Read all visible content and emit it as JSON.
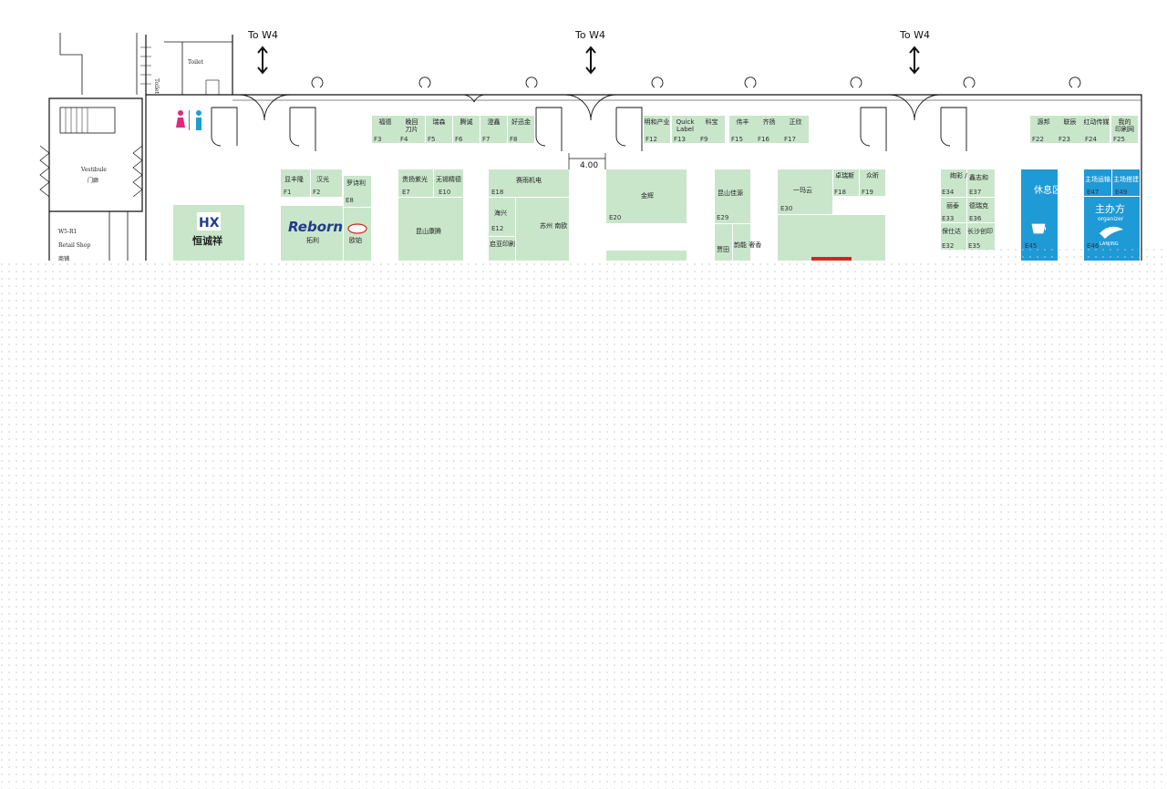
{
  "exits": [
    {
      "label": "To W4"
    },
    {
      "label": "To W4"
    },
    {
      "label": "To W4"
    }
  ],
  "rooms": {
    "toilet_a": "Toilet",
    "toilet_b": "Toilet",
    "vestibule_en": "Vestibule",
    "vestibule_zh": "门廊",
    "shop_code": "W5-R1",
    "shop_en": "Retail Shop",
    "shop_zh": "商铺"
  },
  "dimension": "4.00",
  "colors": {
    "booth": "#c9e6cb",
    "accent_blue": "#1e9ad6",
    "wc_female": "#e0287d",
    "wc_male": "#1f9bd7",
    "brand_blue": "#1f3d8a",
    "red": "#d6251f",
    "grid_dot": "#c8c8c8"
  },
  "booths_top": [
    {
      "name": "福德",
      "id": "F3"
    },
    {
      "name": "晚回 刀片",
      "id": "F4"
    },
    {
      "name": "瑞森",
      "id": "F5"
    },
    {
      "name": "腾诚",
      "id": "F6"
    },
    {
      "name": "澄鑫",
      "id": "F7"
    },
    {
      "name": "好迅金",
      "id": "F8"
    },
    {
      "name": "明和产业",
      "id": "F12"
    },
    {
      "name": "Quick Label",
      "id": "F13"
    },
    {
      "name": "科宝",
      "id": "F9"
    },
    {
      "name": "伟丰",
      "id": "F15"
    },
    {
      "name": "齐扬",
      "id": "F16"
    },
    {
      "name": "正欣",
      "id": "F17"
    },
    {
      "name": "源邦",
      "id": "F22"
    },
    {
      "name": "联辰",
      "id": "F23"
    },
    {
      "name": "红动传媒",
      "id": "F24"
    },
    {
      "name": "我的 印刷网",
      "id": "F25"
    }
  ],
  "booths": {
    "f1": {
      "name": "显丰隆",
      "id": "F1"
    },
    "f2": {
      "name": "汉光",
      "id": "F2"
    },
    "e8": {
      "name": "罗诗利",
      "id": "E8"
    },
    "e7": {
      "name": "贵扬紫光",
      "id": "E7"
    },
    "e10": {
      "name": "无锡精德",
      "id": "E10"
    },
    "e18": {
      "name": "赛雨机电",
      "id": "E18"
    },
    "e20": {
      "name": "金辉",
      "id": "E20"
    },
    "e29": {
      "name": "昆山佳源",
      "id": "E29"
    },
    "e30": {
      "name": "一玛云",
      "id": "E30"
    },
    "f18": {
      "name": "卓瑞斯",
      "id": "F18"
    },
    "f19": {
      "name": "众昕",
      "id": "F19"
    },
    "e34": {
      "name": "绚彩 /华禾",
      "id": "E34"
    },
    "e37": {
      "name": "鑫志和",
      "id": "E37"
    },
    "e33": {
      "name": "丽泰",
      "id": "E33"
    },
    "e36": {
      "name": "德瑞克",
      "id": "E36"
    },
    "e32": {
      "name": "保仕达",
      "id": "E32"
    },
    "e35": {
      "name": "长沙创印",
      "id": "E35"
    },
    "e12": {
      "name": "海兴",
      "id": "E12"
    },
    "e13": {
      "name": "启亚印刷",
      "id": ""
    },
    "suzhou": {
      "name": "苏州 南欧",
      "id": ""
    },
    "kunshan": {
      "name": "昆山康腾",
      "id": ""
    },
    "hx": {
      "name": "恒诚祥",
      "logo": "HX"
    },
    "reborn": {
      "name": "拓利",
      "logo": "Reborn"
    },
    "oubo": {
      "name": "欧铂"
    },
    "s1": {
      "name": "贾田"
    },
    "s2": {
      "name": "韵能 奢香"
    },
    "e47": {
      "name": "主场运输",
      "id": "E47"
    },
    "e49": {
      "name": "主场搭建",
      "id": "E49"
    },
    "e45": {
      "name": "休息区",
      "id": "E45"
    },
    "e46": {
      "name": "主办方",
      "id": "E46"
    }
  },
  "organizer_en": "organizer",
  "organizer_brand": "LANJING"
}
